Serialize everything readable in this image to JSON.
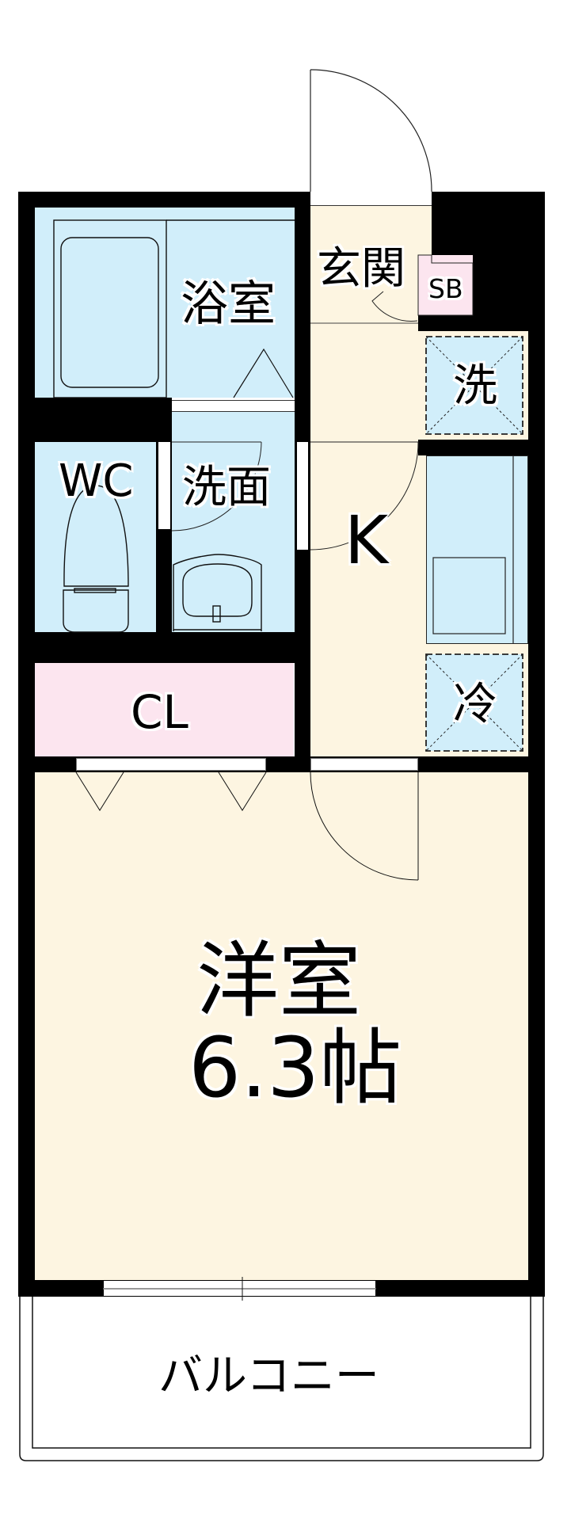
{
  "floorplan": {
    "rooms": {
      "bath": {
        "label": "浴室"
      },
      "entrance": {
        "label": "玄関"
      },
      "shoe_box": {
        "label": "SB"
      },
      "washer": {
        "label": "洗"
      },
      "wc": {
        "label": "WC"
      },
      "washroom": {
        "label": "洗面"
      },
      "kitchen": {
        "label": "K"
      },
      "fridge": {
        "label": "冷"
      },
      "closet": {
        "label": "CL"
      },
      "western_room": {
        "label": "洋室",
        "size": "6.3帖"
      },
      "balcony": {
        "label": "バルコニー"
      }
    },
    "colors": {
      "wall": "#000000",
      "floor_cream": "#FDF5E1",
      "wet_area_blue": "#D1EEFA",
      "storage_pink": "#FCE5EF"
    }
  }
}
